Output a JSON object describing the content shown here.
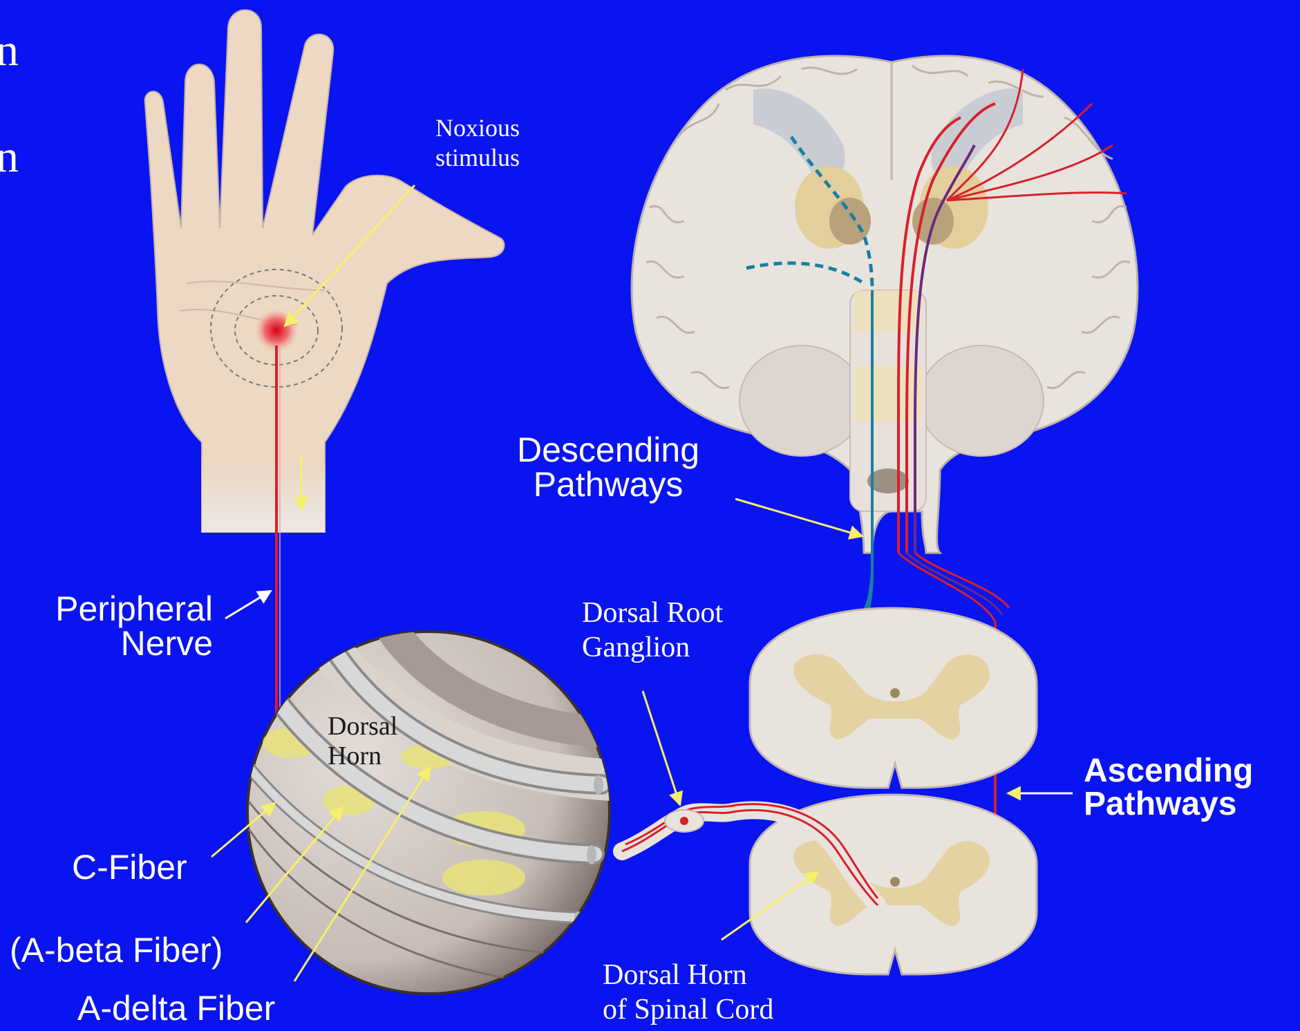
{
  "slide": {
    "background_color": "#0a14f0",
    "edge_glyphs": [
      "n",
      "n"
    ]
  },
  "labels": {
    "noxious_stimulus": [
      "Noxious",
      "stimulus"
    ],
    "peripheral_nerve": [
      "Peripheral",
      "Nerve"
    ],
    "dorsal_horn_inset": [
      "Dorsal",
      "Horn"
    ],
    "c_fiber": "C-Fiber",
    "a_beta_fiber": "(A-beta Fiber)",
    "a_delta_fiber": "A-delta Fiber",
    "descending_pathways": [
      "Descending",
      "Pathways"
    ],
    "dorsal_root_ganglion": [
      "Dorsal Root",
      "Ganglion"
    ],
    "ascending_pathways": [
      "Ascending",
      "Pathways"
    ],
    "dorsal_horn_spinal_cord": [
      "Dorsal Horn",
      "of Spinal Cord"
    ]
  },
  "colors": {
    "label_text": "#ffffff",
    "pointer_arrow": "#f5f06a",
    "ascending_fiber": "#d8202a",
    "descending_fiber": "#1a7fa0",
    "tissue": "#e9e3de",
    "gray_matter": "#e3cf9c",
    "skin": "#ecd8c3"
  }
}
